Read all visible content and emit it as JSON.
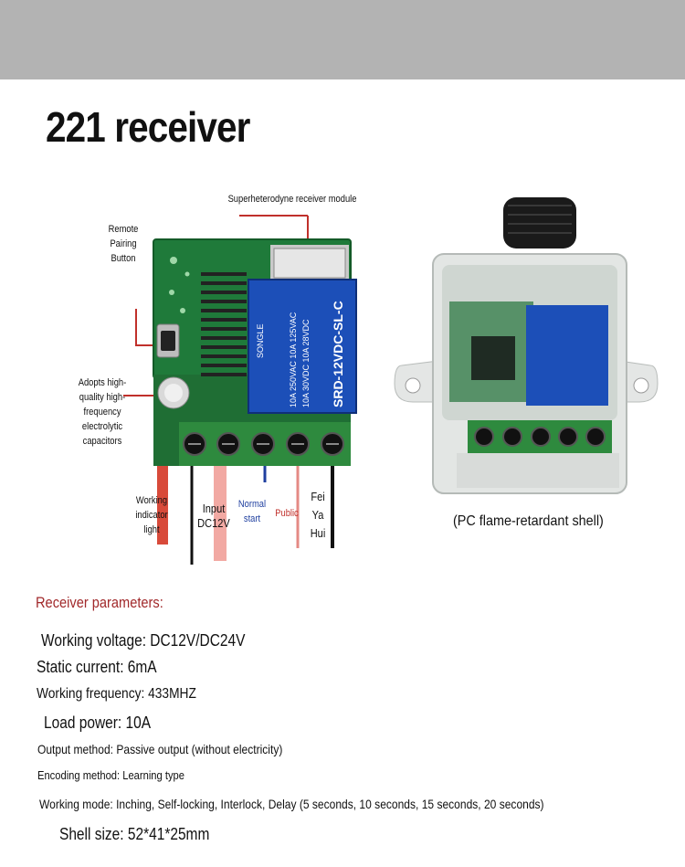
{
  "title": "221 receiver",
  "annotations": {
    "superheterodyne": "Superheterodyne receiver module",
    "pairing_button": "Remote\nPairing\nButton",
    "capacitors": "Adopts high-\nquality high-\nfrequency\nelectrolytic\ncapacitors",
    "indicator": "Working\nindicator\nlight",
    "input": "Input\nDC12V",
    "normal_start": "Normal\nstart",
    "public": "Public",
    "feiyahui": "Fei\nYa\nHui"
  },
  "relay_text": {
    "brand": "SONGLE",
    "model": "SRD-12VDC-SL-C",
    "rating_1": "10A 250VAC  10A 125VAC",
    "rating_2": "10A 30VDC  10A 28VDC"
  },
  "shell_caption": "(PC flame-retardant shell)",
  "parameters": {
    "heading": "Receiver parameters:",
    "items": [
      "Working voltage: DC12V/DC24V",
      "Static current: 6mA",
      "Working frequency: 433MHZ",
      "Load power: 10A",
      "Output method: Passive output (without electricity)",
      "Encoding method: Learning type",
      "Working mode: Inching, Self-locking, Interlock, Delay (5 seconds, 10 seconds, 15 seconds, 20 seconds)",
      "Shell size: 52*41*25mm"
    ]
  },
  "colors": {
    "accent_red": "#a1292b",
    "pcb_green": "#1f7a3a",
    "relay_blue": "#1c4fb8",
    "terminal_green": "#2e8a3e",
    "top_band": "#b3b3b3"
  }
}
